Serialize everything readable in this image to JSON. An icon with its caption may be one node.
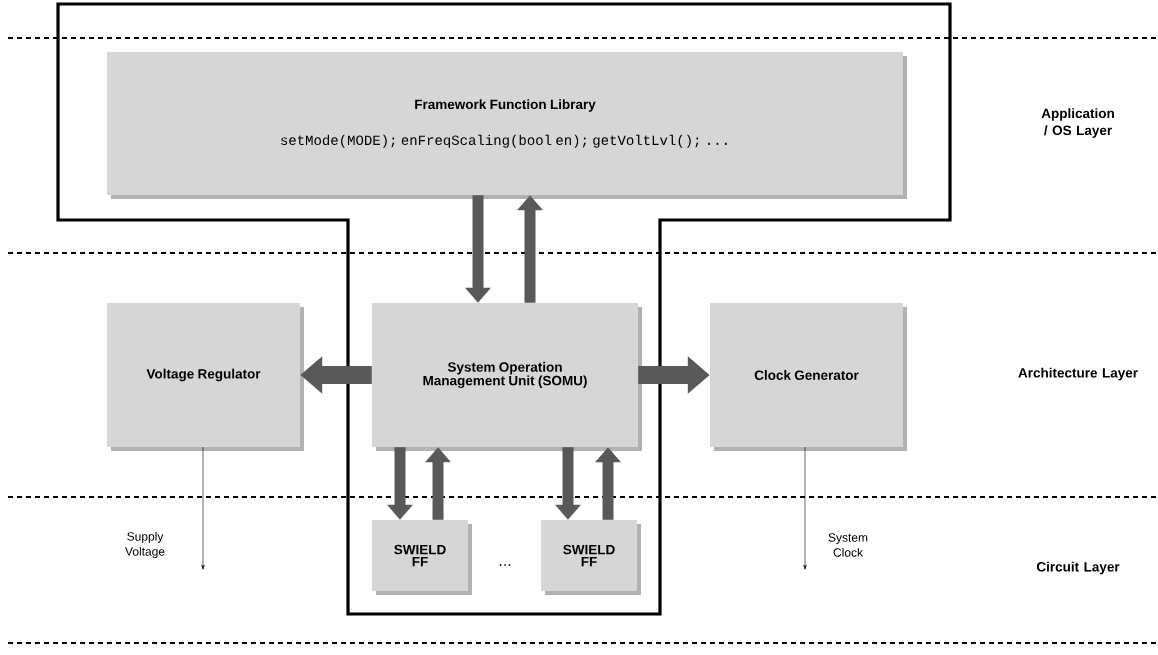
{
  "diagram": {
    "nodes": [
      {
        "text": [
          "Framework Function Library",
          "setMode(MODE); enFreqScaling(bool en); getVoltLvl(); ..."
        ]
      },
      {
        "text": [
          "Voltage Regulator"
        ]
      },
      {
        "text": [
          "System Operation Management Unit (SOMU)"
        ]
      },
      {
        "text": [
          "Clock Generator"
        ]
      },
      {
        "text": [
          "SWIELD FF"
        ]
      },
      {
        "text": [
          "SWIELD FF"
        ]
      }
    ],
    "edges": [
      {
        "from": 0,
        "to": 2,
        "arrow": "to"
      },
      {
        "from": 2,
        "to": 0,
        "arrow": "to"
      },
      {
        "from": 2,
        "to": 1,
        "arrow": "to"
      },
      {
        "from": 2,
        "to": 3,
        "arrow": "to"
      },
      {
        "from": 2,
        "to": 4,
        "arrow": "to"
      },
      {
        "from": 4,
        "to": 2,
        "arrow": "to"
      },
      {
        "from": 2,
        "to": 5,
        "arrow": "to"
      },
      {
        "from": 5,
        "to": 2,
        "arrow": "to"
      },
      {
        "from": 1,
        "to": null,
        "arrow": "to",
        "label": "Supply Voltage",
        "color": "#000000"
      },
      {
        "from": 3,
        "to": null,
        "arrow": "to",
        "label": "System Clock",
        "color": "#000000"
      }
    ],
    "labels": [
      "Application / OS Layer",
      "Architecture Layer",
      "Circuit Layer",
      "..."
    ]
  }
}
